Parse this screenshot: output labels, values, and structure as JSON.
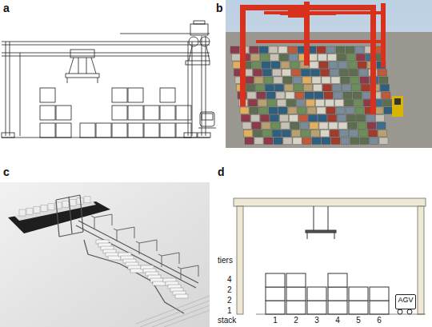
{
  "diagram": {
    "nodes": [
      {
        "text": [
          "AGV"
        ]
      }
    ],
    "labels": [
      "a",
      "b",
      "c",
      "d",
      "tiers",
      "4",
      "2",
      "2",
      "1",
      "stack",
      "1",
      "2",
      "3",
      "4",
      "5",
      "6"
    ]
  }
}
